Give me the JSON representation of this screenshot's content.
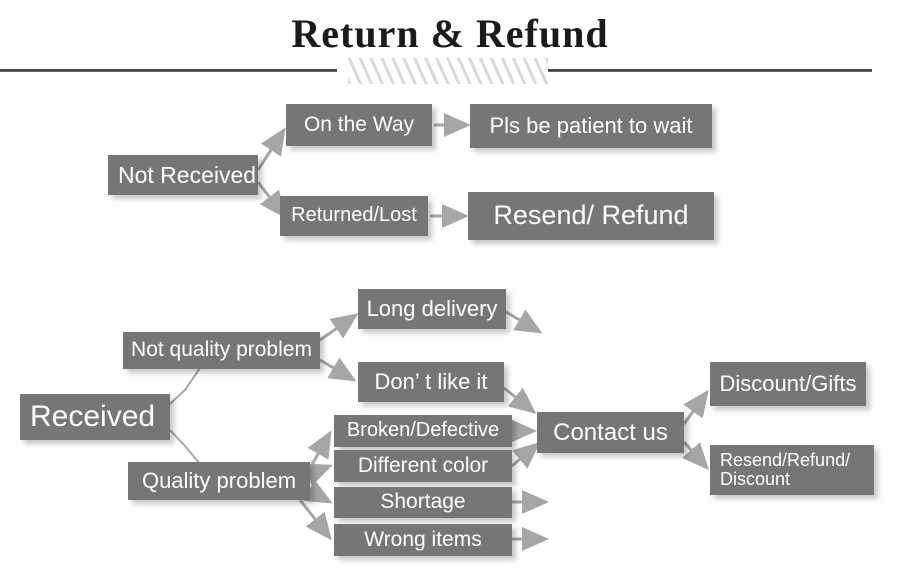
{
  "header": {
    "title": "Return & Refund",
    "divider_icon": "diagonal-hatch-divider"
  },
  "diagram": {
    "type": "flowchart",
    "node_fill": "#767676",
    "node_text_color": "#ffffff",
    "connector_color": "#a6a6a6",
    "sections": [
      {
        "name": "not-received-branch",
        "root": "Not Received",
        "paths": [
          {
            "condition": "On the Way",
            "outcome": "Pls be patient to wait"
          },
          {
            "condition": "Returned/Lost",
            "outcome": "Resend/ Refund"
          }
        ]
      },
      {
        "name": "received-branch",
        "root": "Received",
        "categories": [
          {
            "label": "Not quality problem",
            "reasons": [
              "Long delivery",
              "Don’  t like it"
            ]
          },
          {
            "label": "Quality problem",
            "reasons": [
              "Broken/Defective",
              "Different color",
              "Shortage",
              "Wrong items"
            ]
          }
        ],
        "hub": "Contact us",
        "resolutions": [
          "Discount/Gifts",
          "Resend/Refund/\nDiscount"
        ]
      }
    ],
    "nodes": {
      "not_received": "Not Received",
      "on_the_way": "On the Way",
      "pls_be_patient": "Pls be patient to wait",
      "returned_lost": "Returned/Lost",
      "resend_refund": "Resend/ Refund",
      "received": "Received",
      "not_quality_problem": "Not quality problem",
      "quality_problem": "Quality problem",
      "long_delivery": "Long delivery",
      "dont_like_it": "Don’  t like it",
      "broken_defective": "Broken/Defective",
      "different_color": "Different color",
      "shortage": "Shortage",
      "wrong_items": "Wrong items",
      "contact_us": "Contact us",
      "discount_gifts": "Discount/Gifts",
      "resend_refund_discount": "Resend/Refund/\nDiscount"
    }
  }
}
